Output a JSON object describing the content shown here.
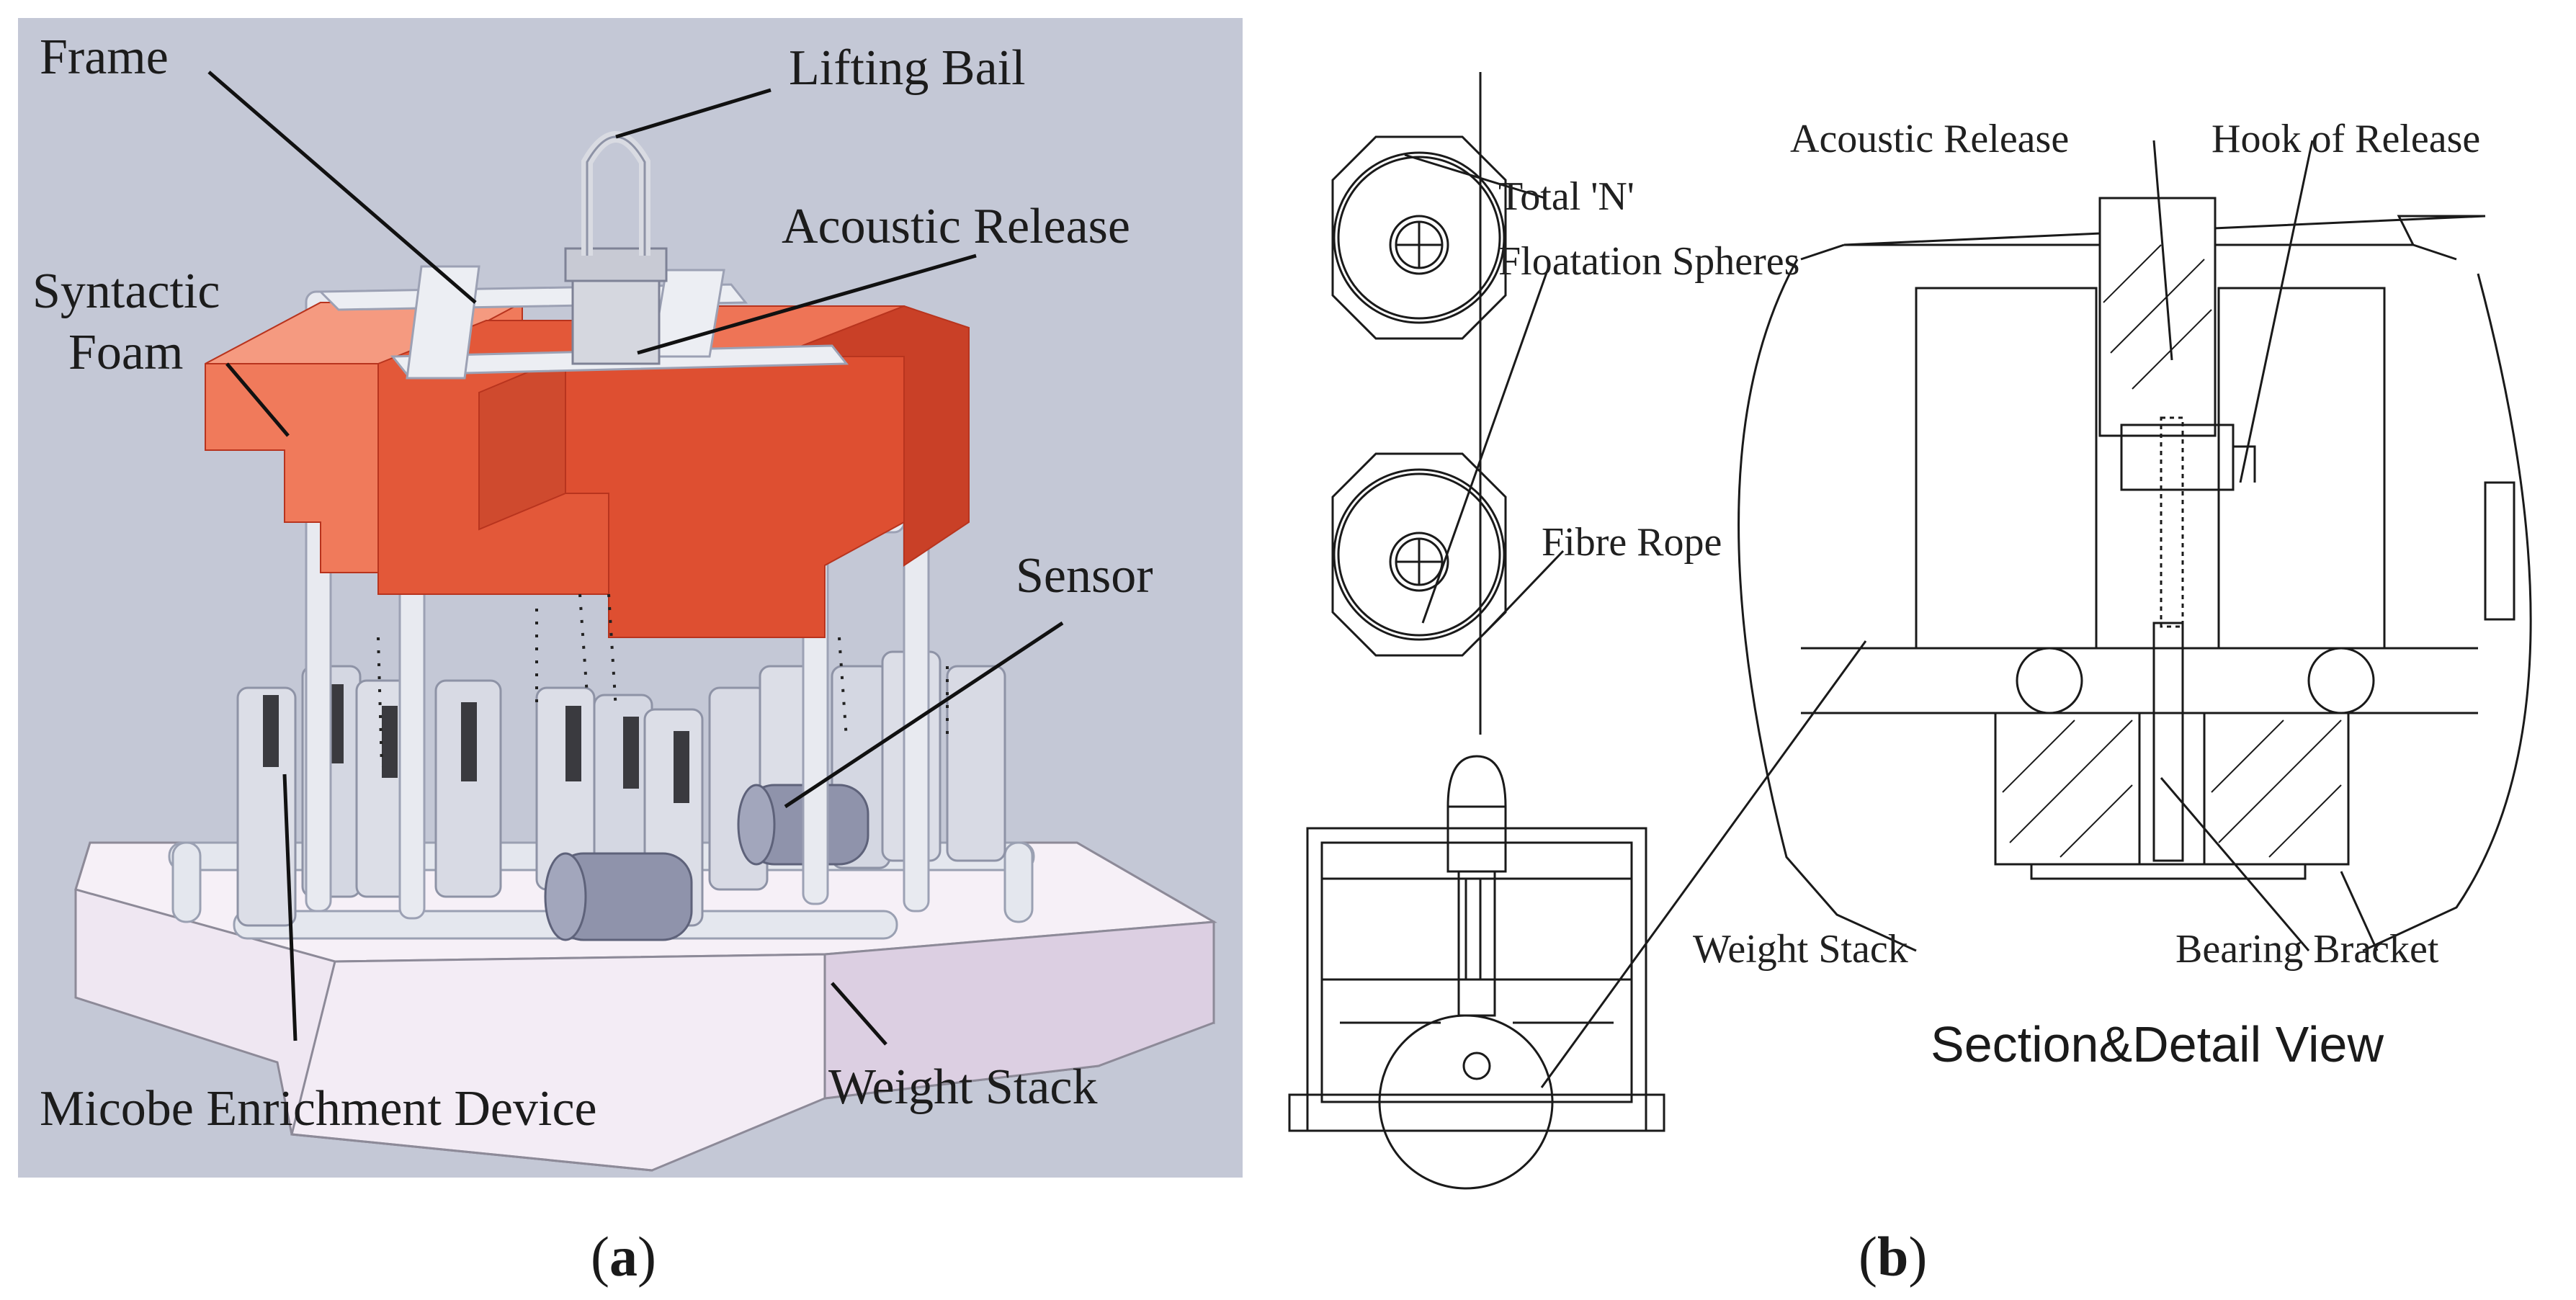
{
  "panel_a": {
    "labels": {
      "frame": "Frame",
      "lifting_bail": "Lifting Bail",
      "acoustic_release": "Acoustic Release",
      "syntactic_foam_l1": "Syntactic",
      "syntactic_foam_l2": "Foam",
      "sensor": "Sensor",
      "microbe_device": "Micobe Enrichment Device",
      "weight_stack": "Weight Stack"
    },
    "colors": {
      "background": "#c4c8d6",
      "foam": "#e8593c",
      "weight_stack": "#eee6f1",
      "cylinders": "#d9dbe4",
      "sensor": "#8a8ea6"
    }
  },
  "panel_b": {
    "labels": {
      "total_n": "Total 'N'",
      "floatation_spheres": "Floatation Spheres",
      "fibre_rope": "Fibre Rope",
      "acoustic_release": "Acoustic Release",
      "hook_of_release": "Hook of Release",
      "weight_stack": "Weight Stack",
      "bearing_bracket": "Bearing Bracket",
      "view_title": "Section&Detail View"
    }
  },
  "captions": {
    "a_open": "(",
    "a_letter": "a",
    "a_close": ")",
    "b_open": "(",
    "b_letter": "b",
    "b_close": ")"
  }
}
